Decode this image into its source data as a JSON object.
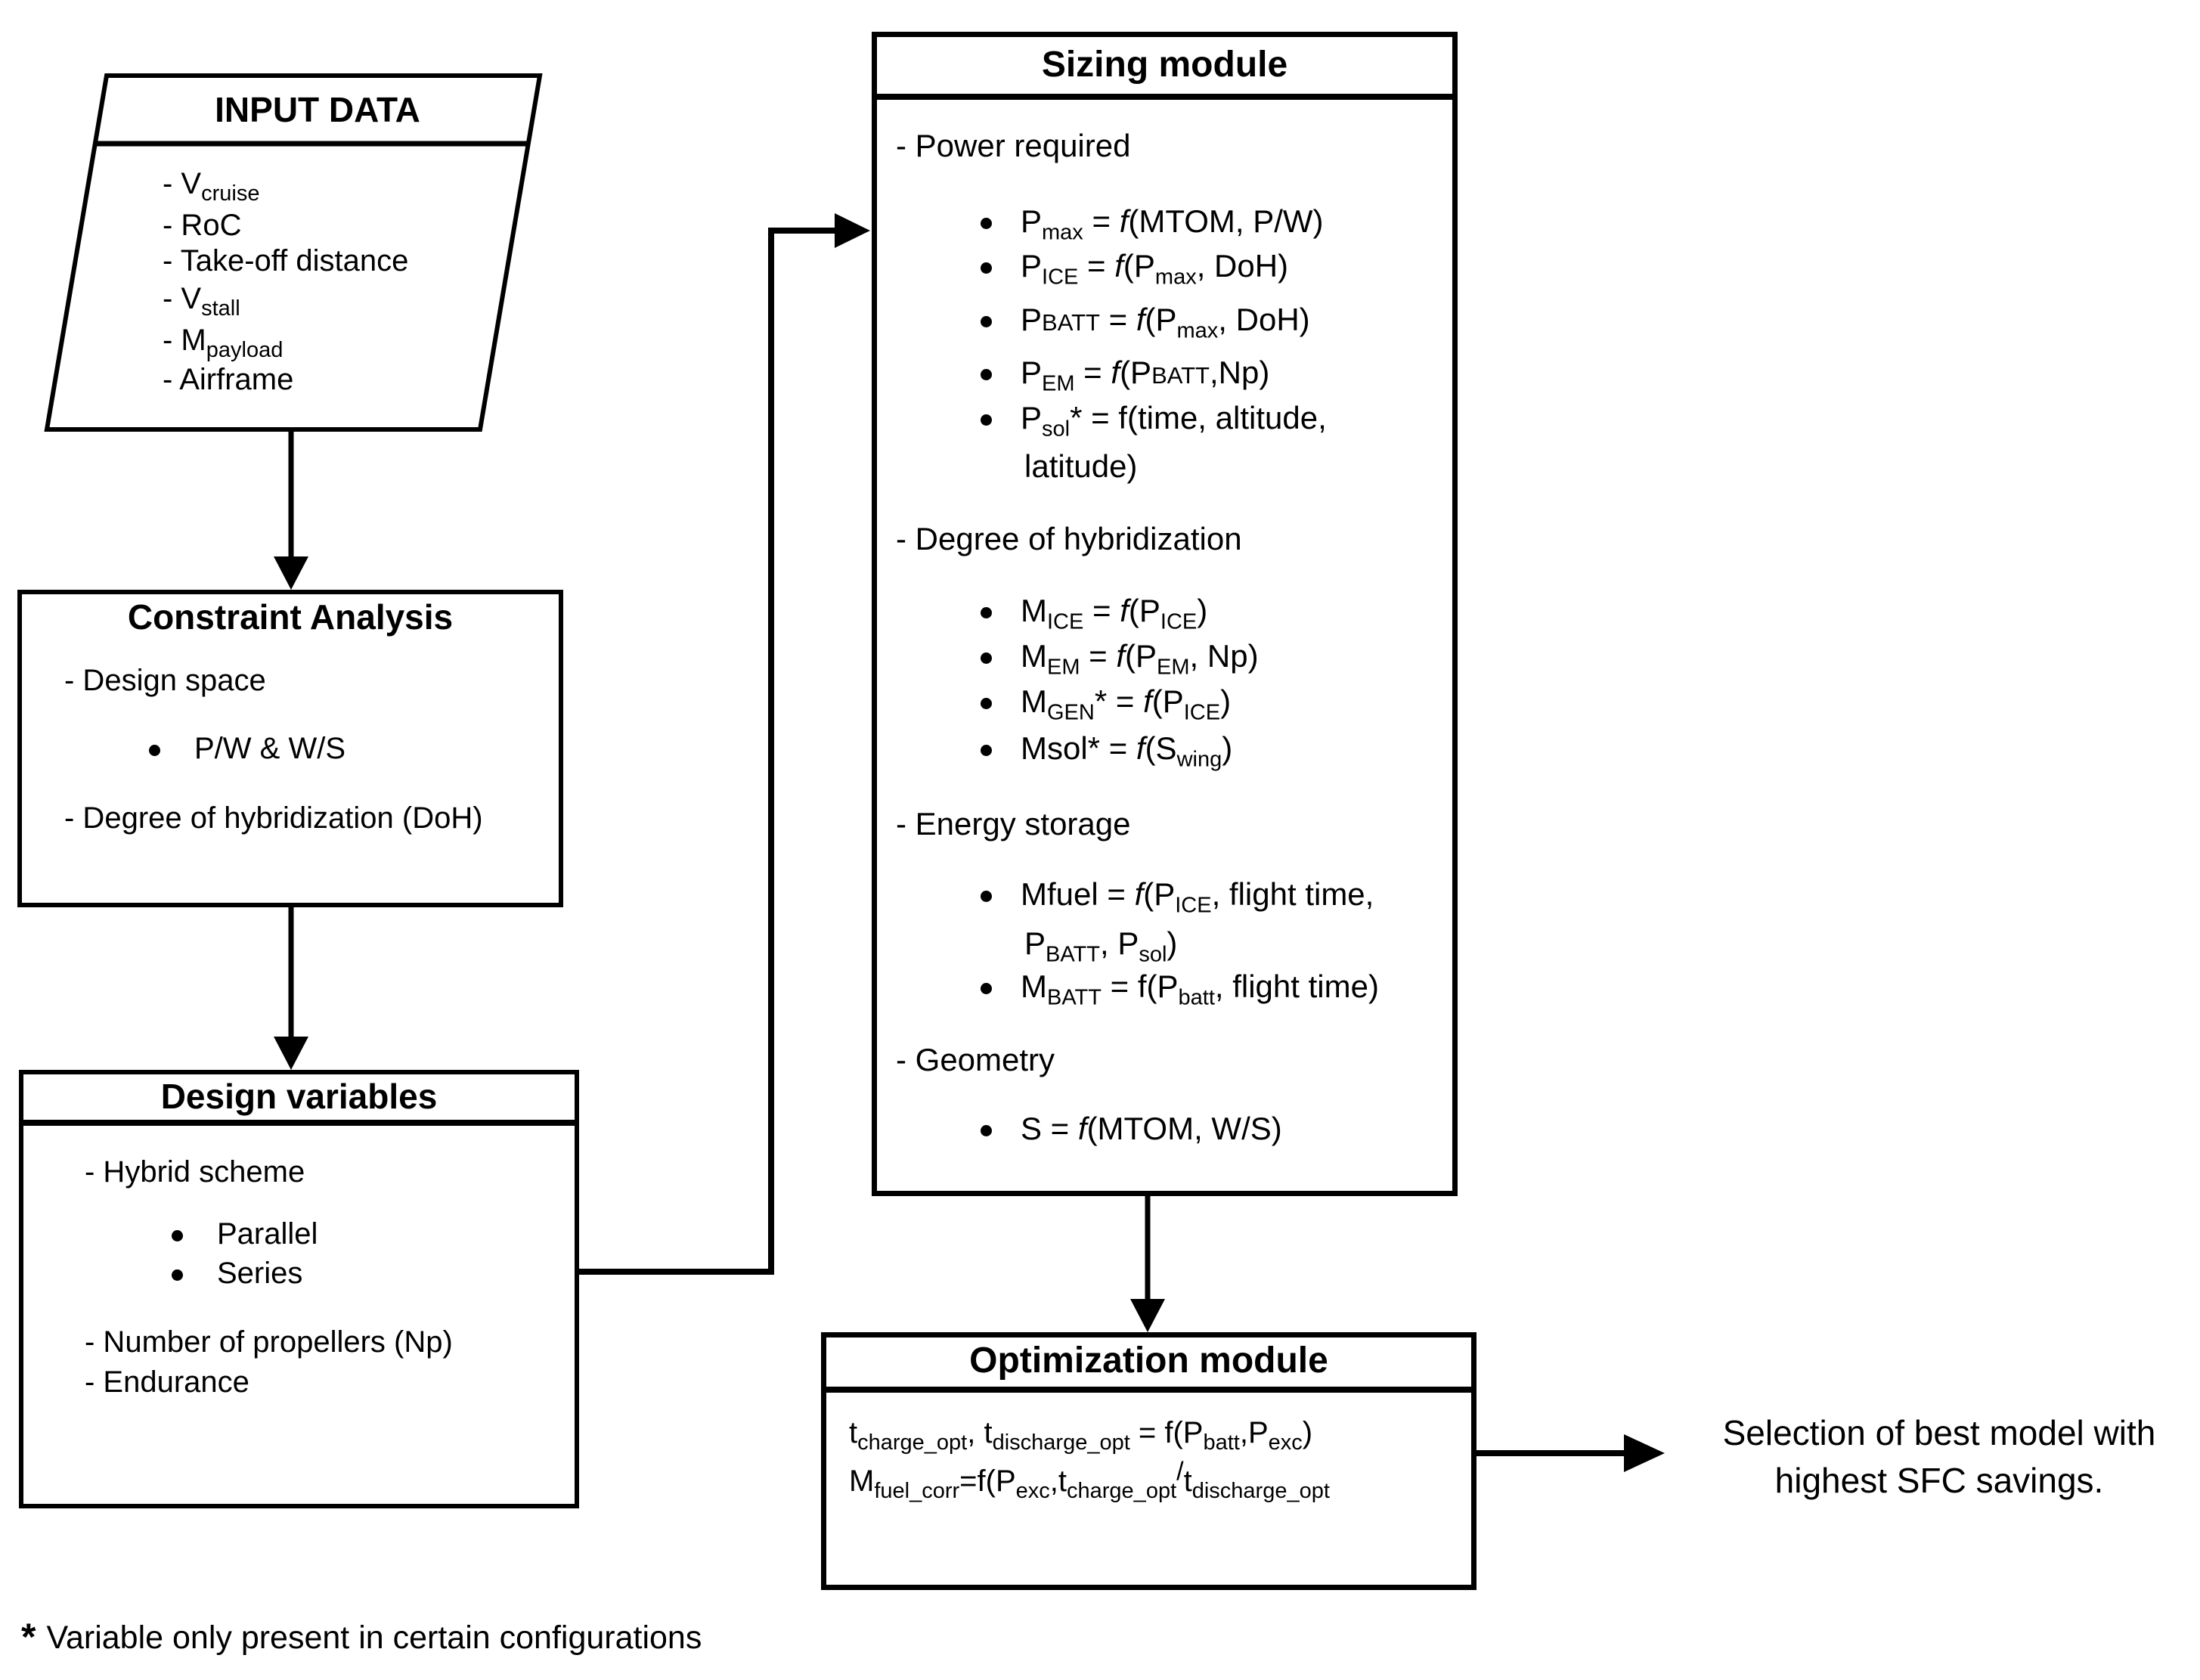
{
  "input_data": {
    "title": "INPUT DATA",
    "items": [
      [
        {
          "t": "- V"
        },
        {
          "sub": "cruise"
        }
      ],
      [
        {
          "t": "- RoC"
        }
      ],
      [
        {
          "t": "- Take-off distance"
        }
      ],
      [
        {
          "t": "- V"
        },
        {
          "sub": "stall"
        }
      ],
      [
        {
          "t": "- M"
        },
        {
          "sub": "payload"
        }
      ],
      [
        {
          "t": "- Airframe"
        }
      ]
    ]
  },
  "constraint_analysis": {
    "title": "Constraint Analysis",
    "item_design_space": "- Design space",
    "bullet_pw_ws": "P/W & W/S",
    "item_doh": "- Degree of hybridization (DoH)"
  },
  "design_variables": {
    "title": "Design variables",
    "item_hybrid_scheme": "- Hybrid scheme",
    "bullet_parallel": "Parallel",
    "bullet_series": "Series",
    "item_np": "- Number of propellers (Np)",
    "item_endurance": "- Endurance"
  },
  "sizing_module": {
    "title": "Sizing module",
    "section_power": {
      "label": "- Power required",
      "b1": [
        {
          "t": "P"
        },
        {
          "sub": "max"
        },
        {
          "t": " = "
        },
        {
          "it": "f"
        },
        {
          "t": "(MTOM, P/W)"
        }
      ],
      "b2": [
        {
          "t": "P"
        },
        {
          "sub": "ICE"
        },
        {
          "t": " = "
        },
        {
          "it": "f"
        },
        {
          "t": "(P"
        },
        {
          "sub": "max"
        },
        {
          "t": ", DoH)"
        }
      ],
      "b3": [
        {
          "t": "P"
        },
        {
          "sc": "BATT"
        },
        {
          "t": " = "
        },
        {
          "it": "f"
        },
        {
          "t": "(P"
        },
        {
          "sub": "max"
        },
        {
          "t": ", DoH)"
        }
      ],
      "b4": [
        {
          "t": "P"
        },
        {
          "sub": "EM"
        },
        {
          "t": " = "
        },
        {
          "it": "f"
        },
        {
          "t": "(P"
        },
        {
          "sc": "BATT"
        },
        {
          "t": ",Np)"
        }
      ],
      "b5_line1": [
        {
          "t": "P"
        },
        {
          "sub": "sol"
        },
        {
          "t": "* = f(time, altitude,"
        }
      ],
      "b5_line2": [
        {
          "t": "latitude)"
        }
      ]
    },
    "section_doh": {
      "label": "- Degree of hybridization",
      "b1": [
        {
          "t": "M"
        },
        {
          "sub": "ICE"
        },
        {
          "t": " = "
        },
        {
          "it": "f"
        },
        {
          "t": "(P"
        },
        {
          "sub": "ICE"
        },
        {
          "t": ")"
        }
      ],
      "b2": [
        {
          "t": "M"
        },
        {
          "sub": "EM"
        },
        {
          "t": " = "
        },
        {
          "it": "f"
        },
        {
          "t": "(P"
        },
        {
          "sub": "EM"
        },
        {
          "t": ", Np)"
        }
      ],
      "b3": [
        {
          "t": "M"
        },
        {
          "sub": "GEN"
        },
        {
          "t": "* = "
        },
        {
          "it": "f"
        },
        {
          "t": "(P"
        },
        {
          "sub": "ICE"
        },
        {
          "t": ")"
        }
      ],
      "b4": [
        {
          "t": "Msol* = "
        },
        {
          "it": "f"
        },
        {
          "t": "(S"
        },
        {
          "sub": "wing"
        },
        {
          "t": ")"
        }
      ]
    },
    "section_energy": {
      "label": "- Energy storage",
      "b1_line1": [
        {
          "t": "Mfuel = "
        },
        {
          "it": "f"
        },
        {
          "t": "(P"
        },
        {
          "sub": "ICE"
        },
        {
          "t": ", flight time,"
        }
      ],
      "b1_line2": [
        {
          "t": "P"
        },
        {
          "sub": "BATT"
        },
        {
          "t": ", P"
        },
        {
          "sub": "sol"
        },
        {
          "t": ")"
        }
      ],
      "b2": [
        {
          "t": "M"
        },
        {
          "sub": "BATT"
        },
        {
          "t": " = f(P"
        },
        {
          "sub": "batt"
        },
        {
          "t": ", flight time)"
        }
      ]
    },
    "section_geometry": {
      "label": "- Geometry",
      "b1": [
        {
          "t": "S = "
        },
        {
          "it": "f"
        },
        {
          "t": "(MTOM, W/S)"
        }
      ]
    }
  },
  "optimization_module": {
    "title": "Optimization module",
    "line1": [
      {
        "t": "t"
      },
      {
        "sub": "charge_opt"
      },
      {
        "t": ", t"
      },
      {
        "sub": "discharge_opt"
      },
      {
        "t": " = f(P"
      },
      {
        "sub": "batt"
      },
      {
        "t": ",P"
      },
      {
        "sub": "exc"
      },
      {
        "t": ")"
      }
    ],
    "line2": [
      {
        "t": "M"
      },
      {
        "sub": "fuel_corr"
      },
      {
        "t": "=f(P"
      },
      {
        "sub": "exc"
      },
      {
        "t": ",t"
      },
      {
        "sub": "charge_opt"
      },
      {
        "sup": "/"
      },
      {
        "t": "t"
      },
      {
        "sub": "discharge_opt"
      }
    ]
  },
  "output": {
    "line1": "Selection of best  model with",
    "line2": "highest SFC savings."
  },
  "footnote": {
    "marker": "*",
    "text": "Variable only present in certain configurations"
  },
  "colors": {
    "stroke": "#000000",
    "background": "#ffffff"
  }
}
